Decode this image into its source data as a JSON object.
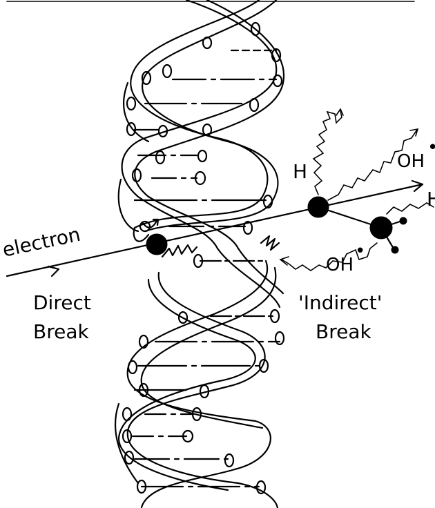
{
  "labels": {
    "electron": "electron",
    "direct_line1": "Direct",
    "direct_line2": "Break",
    "indirect_line1": "'Indirect'",
    "indirect_line2": "Break",
    "hydrogen": "H",
    "hydroxyl_top": "OH",
    "hydroxyl_bottom": "OH",
    "hydrogen_edge": "H",
    "radical_dot": "•"
  },
  "colors": {
    "ink": "#000000",
    "background": "#ffffff"
  }
}
